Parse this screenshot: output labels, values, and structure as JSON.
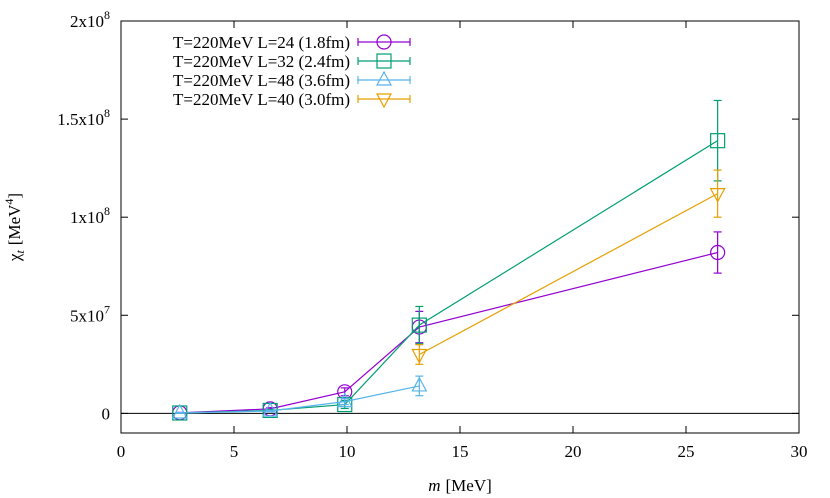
{
  "chart_data": {
    "type": "line",
    "x_label_var": "m",
    "x_label_unit": "[MeV]",
    "y_label_var": "χ",
    "y_label_sub": "t",
    "y_label_unit_pre": "[MeV",
    "y_label_unit_sup": "4",
    "y_label_unit_post": "]",
    "xlim": [
      0,
      30
    ],
    "ylim": [
      -10000000,
      200000000
    ],
    "x_ticks": [
      {
        "value": 0,
        "label": "0"
      },
      {
        "value": 5,
        "label": "5"
      },
      {
        "value": 10,
        "label": "10"
      },
      {
        "value": 15,
        "label": "15"
      },
      {
        "value": 20,
        "label": "20"
      },
      {
        "value": 25,
        "label": "25"
      },
      {
        "value": 30,
        "label": "30"
      }
    ],
    "y_ticks": [
      {
        "value": 0,
        "label": "0",
        "exp": ""
      },
      {
        "value": 50000000,
        "label": "5x10",
        "exp": "7"
      },
      {
        "value": 100000000,
        "label": "1x10",
        "exp": "8"
      },
      {
        "value": 150000000,
        "label": "1.5x10",
        "exp": "8"
      },
      {
        "value": 200000000,
        "label": "2x10",
        "exp": "8"
      }
    ],
    "zero_line": true,
    "legend_position": "top-left",
    "series": [
      {
        "name": "T=220MeV L=24 (1.8fm)",
        "color": "#9400d3",
        "marker": "circle",
        "points": [
          {
            "x": 2.6,
            "y": 300000,
            "err": 200000
          },
          {
            "x": 6.6,
            "y": 2300000,
            "err": 600000
          },
          {
            "x": 9.9,
            "y": 11000000,
            "err": 2000000
          },
          {
            "x": 13.2,
            "y": 44000000,
            "err": 8000000
          },
          {
            "x": 26.4,
            "y": 82000000,
            "err": 10500000
          }
        ]
      },
      {
        "name": "T=220MeV L=32 (2.4fm)",
        "color": "#009e73",
        "marker": "square",
        "points": [
          {
            "x": 2.6,
            "y": 200000,
            "err": 200000
          },
          {
            "x": 6.6,
            "y": 1500000,
            "err": 500000
          },
          {
            "x": 9.9,
            "y": 4500000,
            "err": 2000000
          },
          {
            "x": 13.2,
            "y": 45000000,
            "err": 9500000
          },
          {
            "x": 26.4,
            "y": 139000000,
            "err": 20500000
          }
        ]
      },
      {
        "name": "T=220MeV L=48 (3.6fm)",
        "color": "#56b4e9",
        "marker": "triangle-up",
        "points": [
          {
            "x": 2.6,
            "y": 200000,
            "err": 200000
          },
          {
            "x": 6.6,
            "y": 1200000,
            "err": 400000
          },
          {
            "x": 9.9,
            "y": 6000000,
            "err": 1500000
          },
          {
            "x": 13.2,
            "y": 14000000,
            "err": 5000000
          }
        ]
      },
      {
        "name": "T=220MeV L=40 (3.0fm)",
        "color": "#e69f00",
        "marker": "triangle-down",
        "points": [
          {
            "x": 13.2,
            "y": 30000000,
            "err": 5000000
          },
          {
            "x": 26.4,
            "y": 112000000,
            "err": 12000000
          }
        ]
      }
    ]
  }
}
